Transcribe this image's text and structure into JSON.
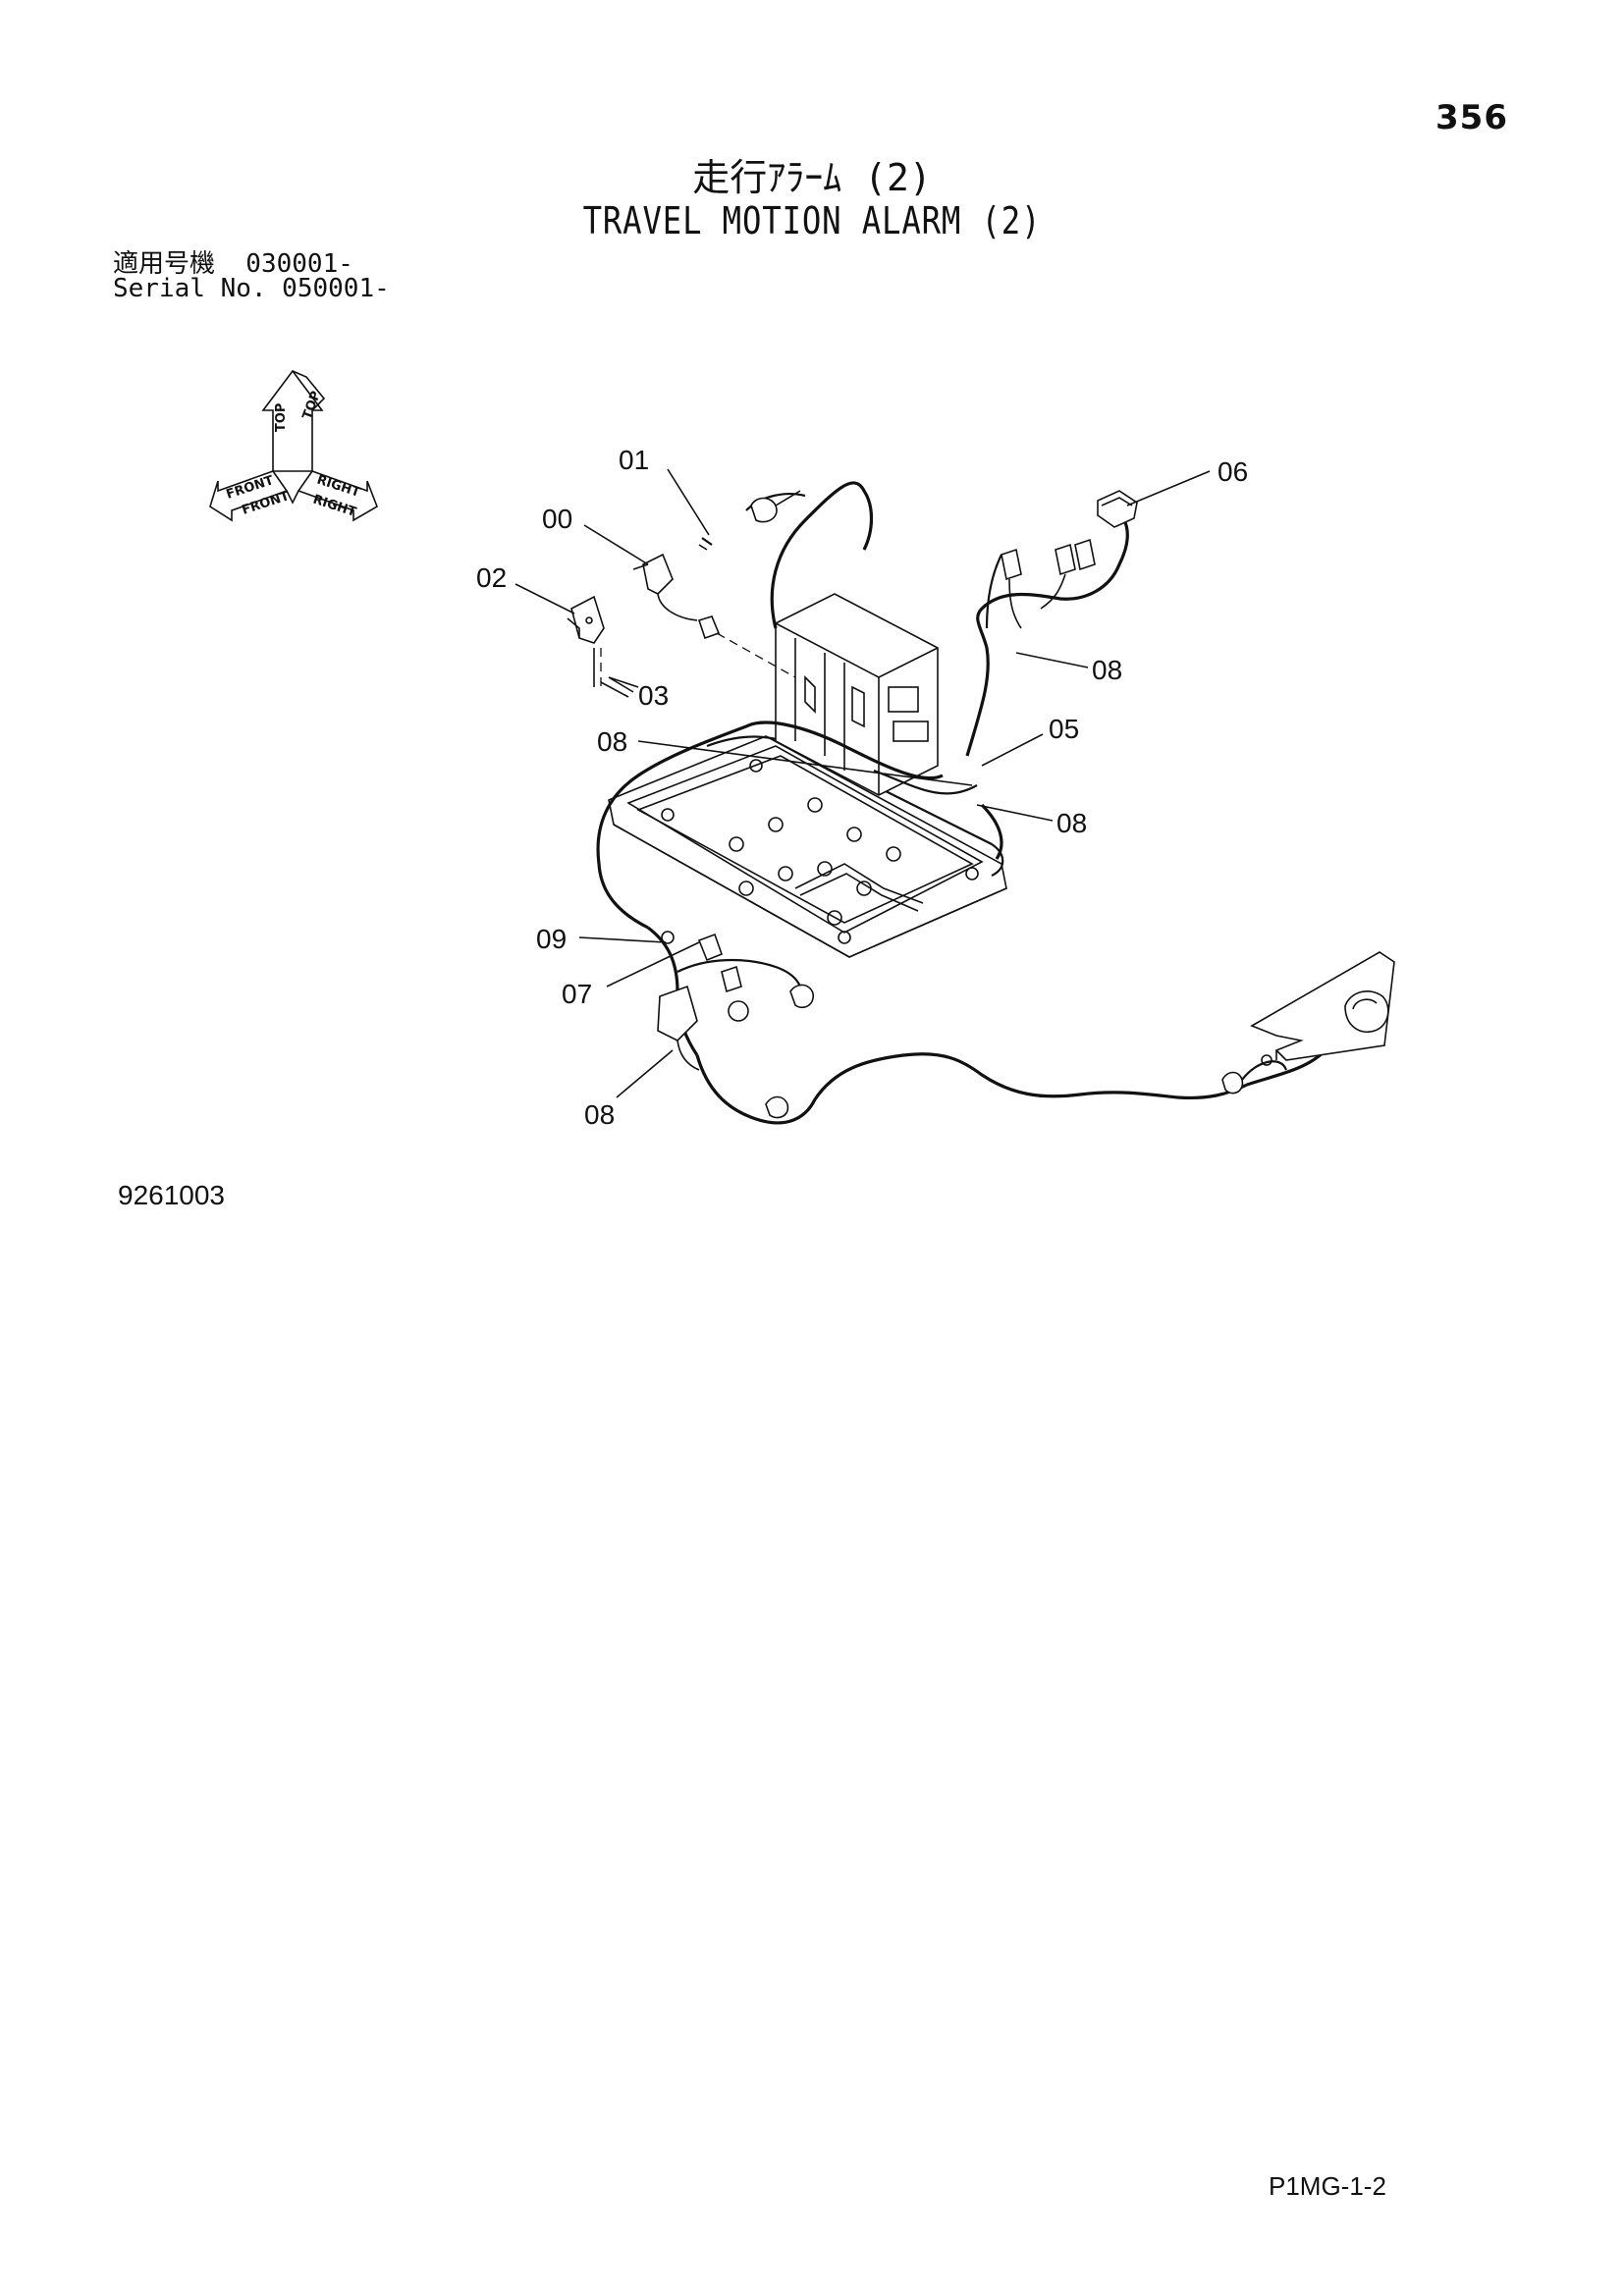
{
  "page": {
    "number": "356",
    "title_jp": "走行ｱﾗｰﾑ (2)",
    "title_en": "TRAVEL MOTION ALARM (2)",
    "serial_jp": "適用号機  030001-",
    "serial_en": "Serial No. 050001-",
    "figure_code": "9261003",
    "sheet_code": "P1MG-1-2"
  },
  "compass": {
    "top": "TOP",
    "front": "FRONT",
    "right": "RIGHT"
  },
  "callouts": [
    {
      "id": "01",
      "label": "01"
    },
    {
      "id": "00",
      "label": "00"
    },
    {
      "id": "02",
      "label": "02"
    },
    {
      "id": "03",
      "label": "03"
    },
    {
      "id": "06",
      "label": "06"
    },
    {
      "id": "08a",
      "label": "08"
    },
    {
      "id": "05",
      "label": "05"
    },
    {
      "id": "08b",
      "label": "08"
    },
    {
      "id": "08c",
      "label": "08"
    },
    {
      "id": "09",
      "label": "09"
    },
    {
      "id": "07",
      "label": "07"
    },
    {
      "id": "08d",
      "label": "08"
    }
  ]
}
